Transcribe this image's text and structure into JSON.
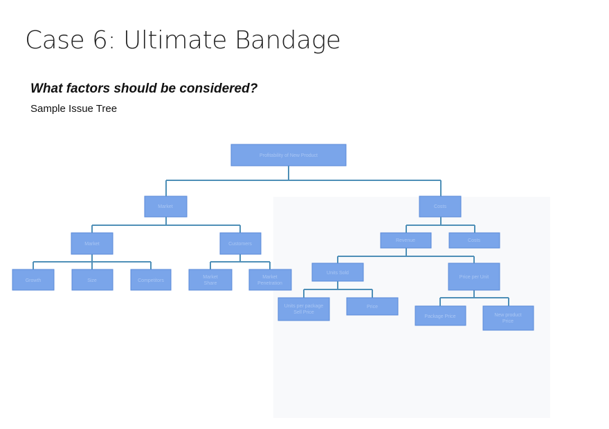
{
  "slide": {
    "title": "Case 6: Ultimate Bandage",
    "question": "What factors should be considered?",
    "subtitle": "Sample Issue Tree"
  },
  "tree": {
    "fill_color": "#7aa5ea",
    "border_color": "#5b8ad8",
    "connector_color": "#4e8fb7",
    "nodes": [
      {
        "label": [
          "Profitability of New Product"
        ]
      },
      {
        "label": [
          "Market"
        ]
      },
      {
        "label": [
          "Costs"
        ]
      },
      {
        "label": [
          "Market"
        ]
      },
      {
        "label": [
          "Customers"
        ]
      },
      {
        "label": [
          "Revenue"
        ]
      },
      {
        "label": [
          "Costs"
        ]
      },
      {
        "label": [
          "Growth"
        ]
      },
      {
        "label": [
          "Size"
        ]
      },
      {
        "label": [
          "Competitors"
        ]
      },
      {
        "label": [
          "Market",
          "Share"
        ]
      },
      {
        "label": [
          "Market",
          "Penetration"
        ]
      },
      {
        "label": [
          "Units Sold"
        ]
      },
      {
        "label": [
          "Price per Unit"
        ]
      },
      {
        "label": [
          "Units per package",
          "Sell Price"
        ]
      },
      {
        "label": [
          "Price"
        ]
      },
      {
        "label": [
          "Package Price"
        ]
      },
      {
        "label": [
          "New product",
          "Price"
        ]
      }
    ]
  }
}
